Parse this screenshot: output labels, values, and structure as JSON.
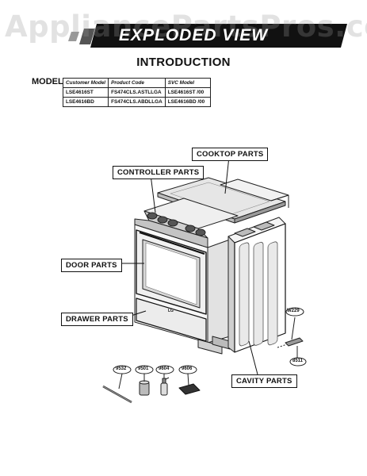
{
  "watermark": "AppliancePartsPros.com",
  "banner_title": "EXPLODED VIEW",
  "intro_title": "INTRODUCTION",
  "model_label": "MODEL:",
  "model_table": {
    "headers": [
      "Customer Model",
      "Product Code",
      "SVC Model"
    ],
    "rows": [
      [
        "LSE4616ST",
        "FS474CLS.ASTLLGA",
        "LSE4616ST /00"
      ],
      [
        "LSE4616BD",
        "FS474CLS.ABDLLGA",
        "LSE4616BD /00"
      ]
    ]
  },
  "callouts": {
    "cooktop": "COOKTOP PARTS",
    "controller": "CONTROLLER PARTS",
    "door": "DOOR PARTS",
    "drawer": "DRAWER PARTS",
    "cavity": "CAVITY PARTS"
  },
  "part_tags": {
    "w229": "W229",
    "p8511": "8511",
    "p9532": "9532",
    "p9501": "9501",
    "p9604": "9604",
    "p9606": "9606"
  },
  "brand_mark": "LG"
}
